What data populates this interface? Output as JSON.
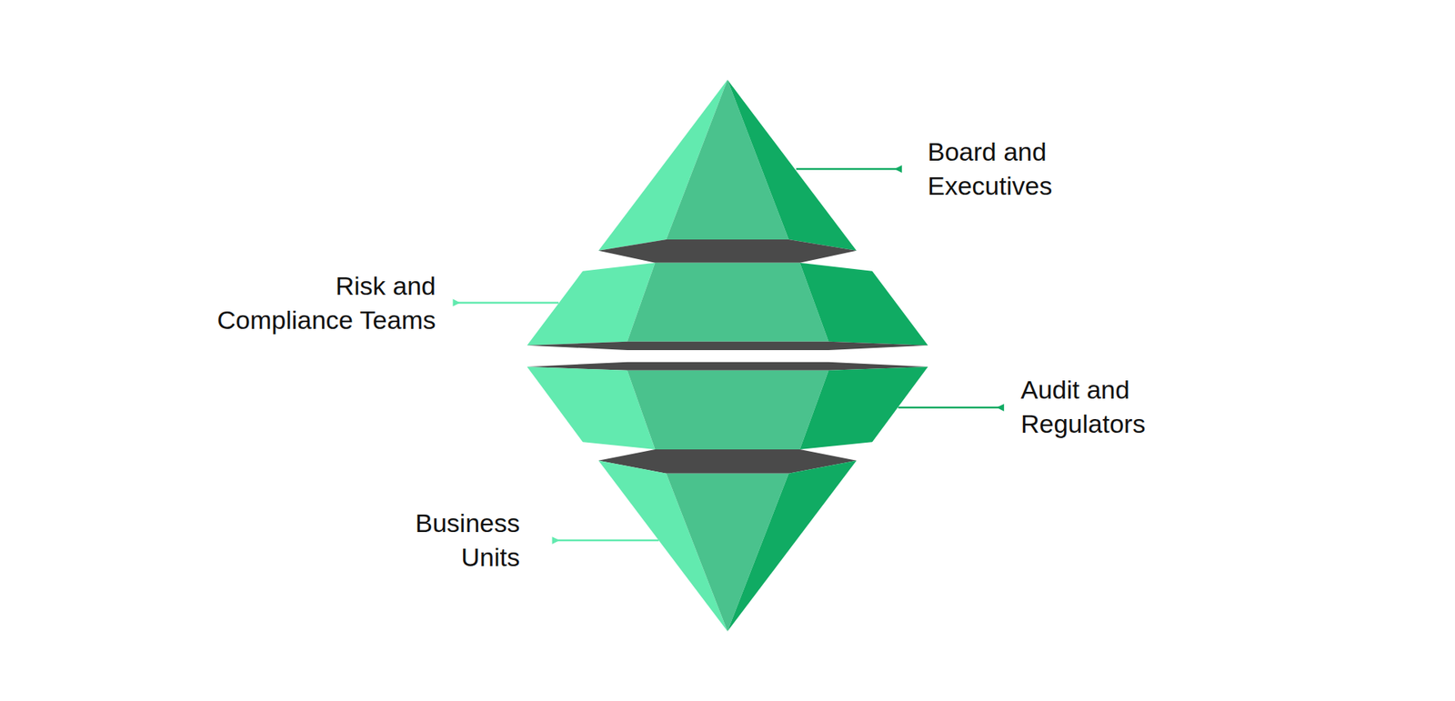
{
  "diagram": {
    "labels": [
      "Board and Executives",
      "Risk and Compliance Teams",
      "Audit and Regulators",
      "Business Units"
    ]
  }
}
